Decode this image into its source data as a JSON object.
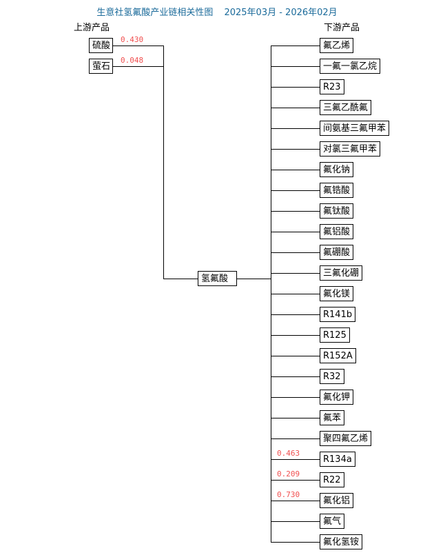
{
  "title": {
    "text": "生意社氢氟酸产业链相关性图",
    "range": "2025年03月 - 2026年02月"
  },
  "upstream_label": "上游产品",
  "downstream_label": "下游产品",
  "center": "氢氟酸",
  "upstream": [
    {
      "name": "硫酸",
      "value": "0.430"
    },
    {
      "name": "萤石",
      "value": "0.048"
    }
  ],
  "downstream": [
    {
      "name": "氟乙烯",
      "value": null
    },
    {
      "name": "一氟一氯乙烷",
      "value": null
    },
    {
      "name": "R23",
      "value": null
    },
    {
      "name": "三氟乙酰氟",
      "value": null
    },
    {
      "name": "间氨基三氟甲苯",
      "value": null
    },
    {
      "name": "对氯三氟甲苯",
      "value": null
    },
    {
      "name": "氟化钠",
      "value": null
    },
    {
      "name": "氟锆酸",
      "value": null
    },
    {
      "name": "氟钛酸",
      "value": null
    },
    {
      "name": "氟铝酸",
      "value": null
    },
    {
      "name": "氟硼酸",
      "value": null
    },
    {
      "name": "三氟化硼",
      "value": null
    },
    {
      "name": "氟化镁",
      "value": null
    },
    {
      "name": "R141b",
      "value": null
    },
    {
      "name": "R125",
      "value": null
    },
    {
      "name": "R152A",
      "value": null
    },
    {
      "name": "R32",
      "value": null
    },
    {
      "name": "氟化钾",
      "value": null
    },
    {
      "name": "氟苯",
      "value": null
    },
    {
      "name": "聚四氟乙烯",
      "value": null
    },
    {
      "name": "R134a",
      "value": "0.463"
    },
    {
      "name": "R22",
      "value": "0.209"
    },
    {
      "name": "氟化铝",
      "value": "0.730"
    },
    {
      "name": "氟气",
      "value": null
    },
    {
      "name": "氟化氢铵",
      "value": null
    }
  ]
}
